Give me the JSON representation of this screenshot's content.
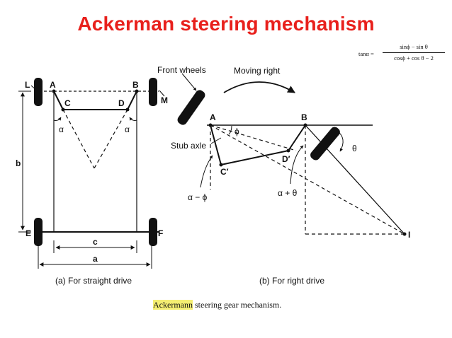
{
  "slide": {
    "title": "Ackerman steering mechanism"
  },
  "formula": {
    "lhs": "tanα =",
    "numerator": "sinϕ − sin θ",
    "denominator": "cosϕ + cos θ − 2"
  },
  "left_diagram": {
    "points": {
      "L": "L",
      "A": "A",
      "B": "B",
      "M": "M",
      "C": "C",
      "D": "D",
      "E": "E",
      "F": "F"
    },
    "angle_left": "α",
    "angle_right": "α",
    "dim_b": "b",
    "dim_c": "c",
    "dim_a": "a",
    "caption": "(a) For straight drive"
  },
  "right_diagram": {
    "front_wheels": "Front wheels",
    "moving_right": "Moving right",
    "point_A": "A",
    "point_B": "B",
    "stub_axle": "Stub axle",
    "point_C": "C′",
    "point_D": "D′",
    "angle_phi": "ϕ",
    "angle_theta": "θ",
    "angle_alpha_minus_phi": "α − ϕ",
    "angle_alpha_plus_theta": "α + θ",
    "point_I": "I",
    "caption": "(b) For right drive"
  },
  "figure_caption": {
    "highlighted": "Ackermann",
    "rest": " steering gear mechanism."
  },
  "colors": {
    "title": "#e8201c",
    "ink": "#111111",
    "highlight": "#f4ee72"
  }
}
